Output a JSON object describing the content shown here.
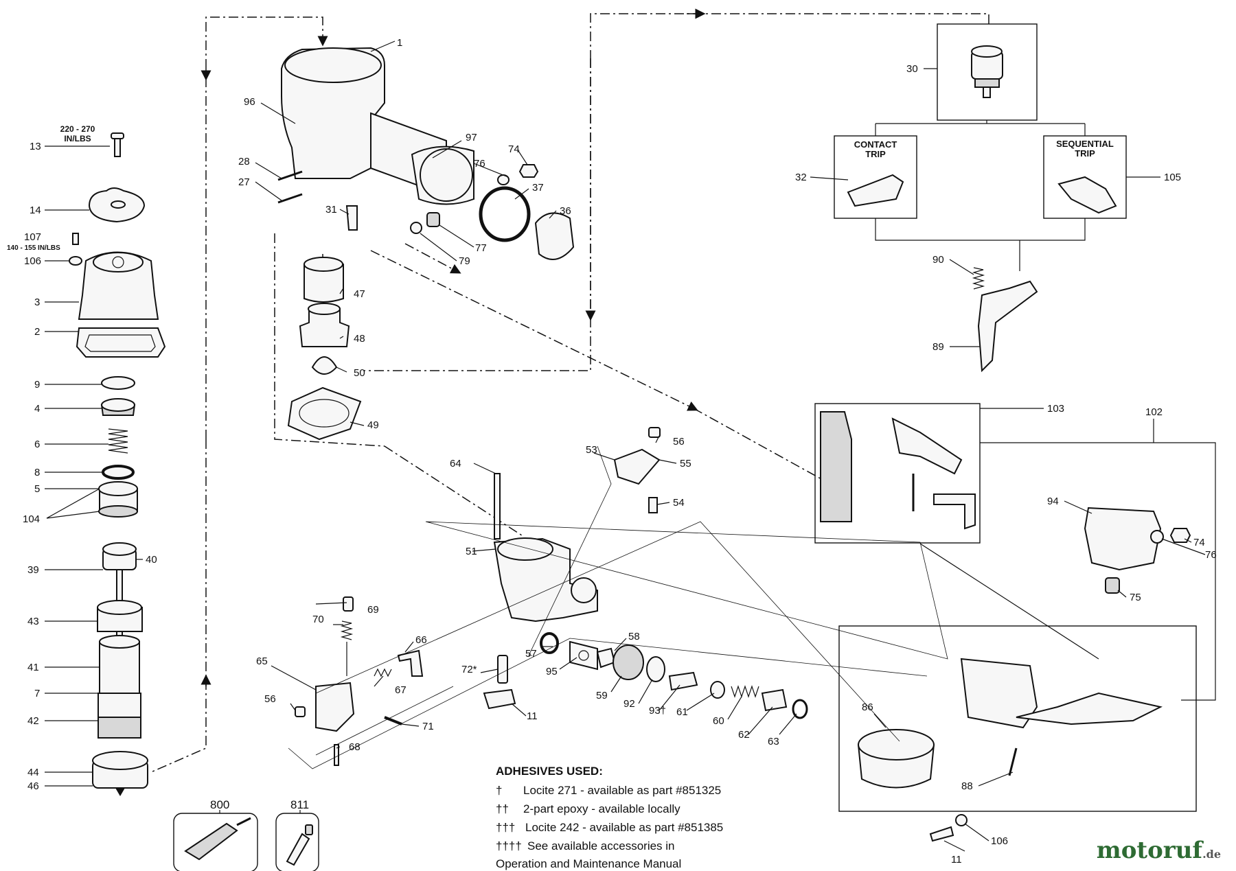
{
  "diagram": {
    "labels": {
      "p1": "1",
      "p2": "2",
      "p3": "3",
      "p4": "4",
      "p5": "5",
      "p6": "6",
      "p7": "7",
      "p8": "8",
      "p9": "9",
      "p11a": "11",
      "p11b": "11",
      "p13": "13",
      "p14": "14",
      "p27": "27",
      "p28": "28",
      "p30": "30",
      "p31": "31",
      "p32": "32",
      "p36": "36",
      "p37": "37",
      "p39": "39",
      "p40": "40",
      "p41": "41",
      "p42": "42",
      "p43": "43",
      "p44": "44",
      "p46": "46",
      "p47": "47",
      "p48": "48",
      "p49": "49",
      "p50": "50",
      "p51": "51",
      "p53": "53",
      "p54": "54",
      "p55": "55",
      "p56a": "56",
      "p56b": "56",
      "p57": "57",
      "p58": "58",
      "p59": "59",
      "p60": "60",
      "p61": "61",
      "p62": "62",
      "p63": "63",
      "p64": "64",
      "p65": "65",
      "p66": "66",
      "p67": "67",
      "p68": "68",
      "p69": "69",
      "p70": "70",
      "p71": "71",
      "p72": "72*",
      "p74a": "74",
      "p74b": "74",
      "p75": "75",
      "p76a": "76",
      "p76b": "76",
      "p77": "77",
      "p79": "79",
      "p86": "86",
      "p88": "88",
      "p89": "89",
      "p90": "90",
      "p92": "92",
      "p93": "93†",
      "p94": "94",
      "p95": "95",
      "p96": "96",
      "p97": "97",
      "p102": "102",
      "p103": "103",
      "p104": "104",
      "p105": "105",
      "p106a": "106",
      "p106b": "106",
      "p107": "107",
      "p800": "800",
      "p811": "811"
    },
    "torque_13_line1": "220 - 270",
    "torque_13_line2": "IN/LBS",
    "torque_107": "140 - 155 IN/LBS",
    "contact_trip_line1": "CONTACT",
    "contact_trip_line2": "TRIP",
    "sequential_trip_line1": "SEQUENTIAL",
    "sequential_trip_line2": "TRIP"
  },
  "adhesives": {
    "heading": "ADHESIVES USED:",
    "items": [
      {
        "symbol": "†",
        "text": "Locite 271 - available as part #851325"
      },
      {
        "symbol": "††",
        "text": "2-part epoxy - available locally"
      },
      {
        "symbol": "†††",
        "text": "Locite 242 - available as part #851385"
      },
      {
        "symbol": "††††",
        "text": "See available accessories in"
      }
    ],
    "continuation": "Operation and Maintenance Manual"
  },
  "watermark": {
    "brand": "motoruf",
    "suffix": ".de"
  }
}
